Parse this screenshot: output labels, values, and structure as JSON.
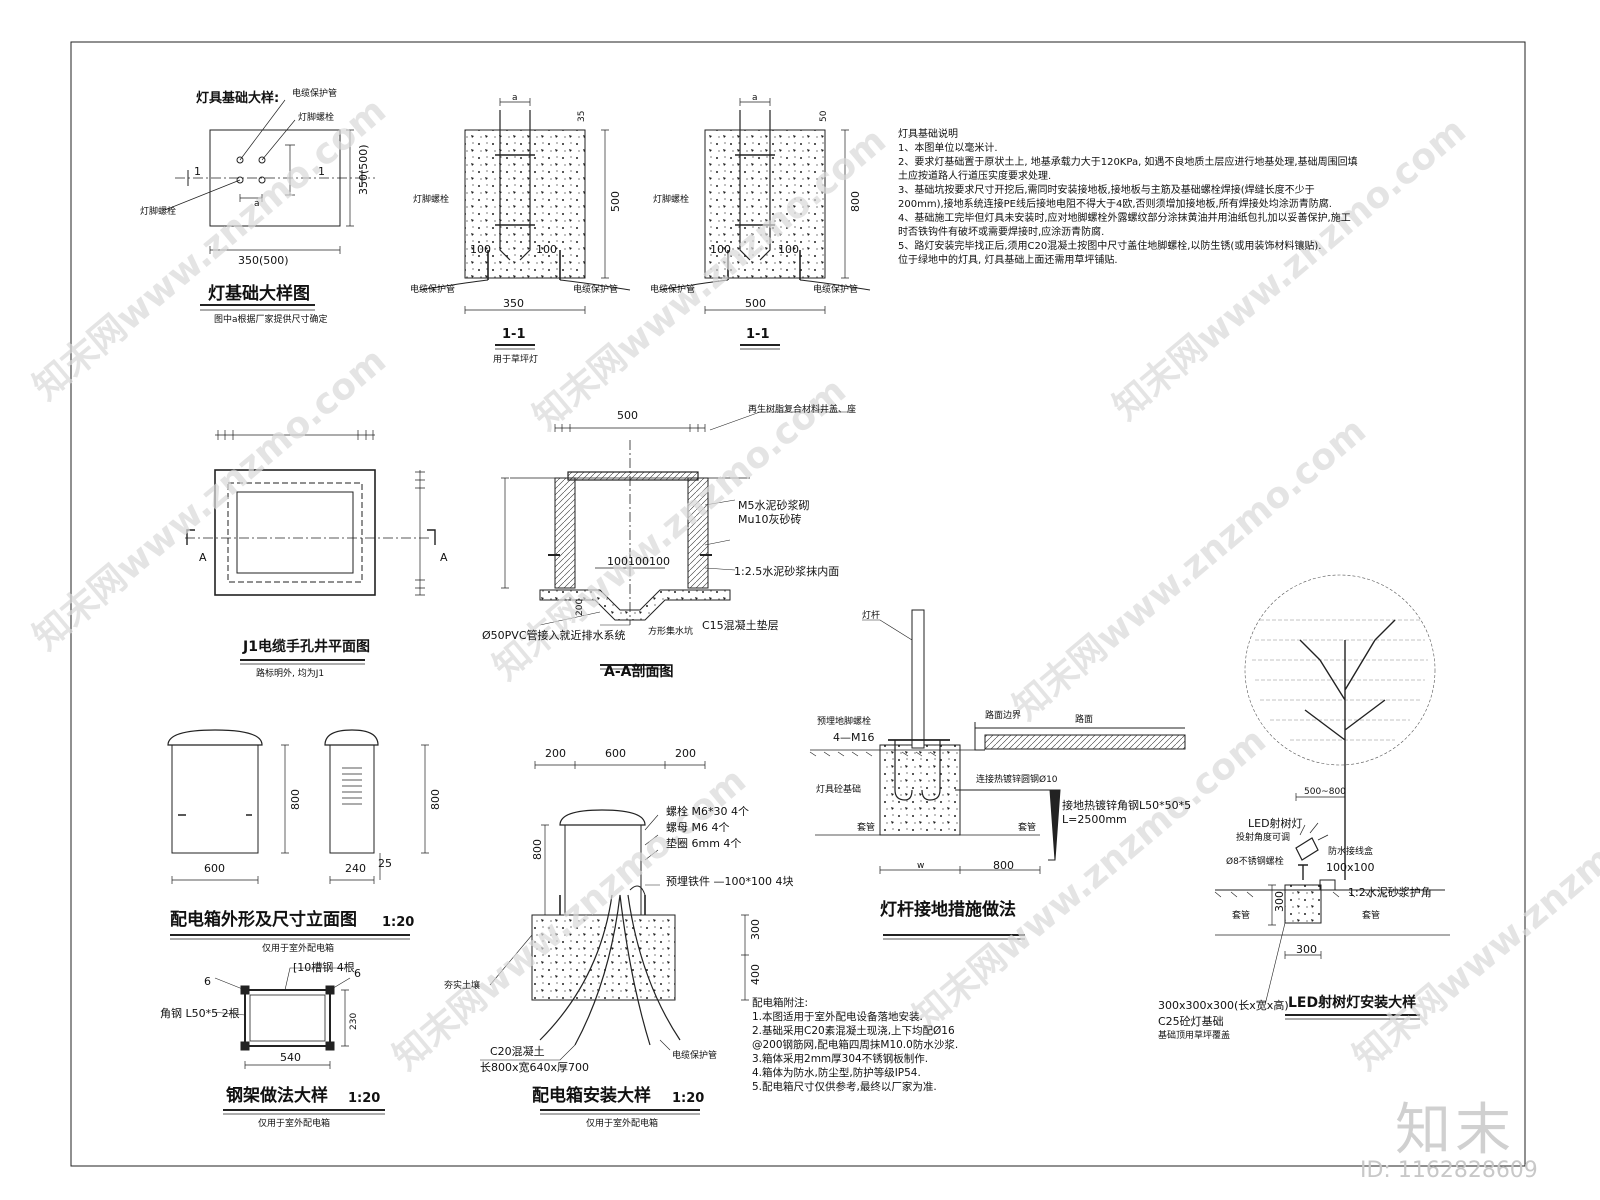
{
  "light_foundation": {
    "heading": "灯具基础大样:",
    "label_pipe": "电缆保护管",
    "label_bolt": "灯脚螺栓",
    "label_bolt_left": "灯脚螺栓",
    "section_mark": "1",
    "dim_a": "a",
    "dim_side": "350(500)",
    "dim_bottom": "350(500)",
    "title": "灯基础大样图",
    "subtitle": "图中a根据厂家提供尺寸确定"
  },
  "section_350": {
    "dim_a": "a",
    "dim_top": "35",
    "dim_height": "500",
    "label_bolt": "灯脚螺栓",
    "label_100a": "100",
    "label_100b": "100",
    "label_pipe_left": "电缆保护管",
    "label_pipe_right": "电缆保护管",
    "dim_width": "350",
    "title": "1-1",
    "subtitle": "用于草坪灯"
  },
  "section_500": {
    "dim_a": "a",
    "dim_top": "50",
    "dim_height": "800",
    "label_bolt": "灯脚螺栓",
    "label_100a": "100",
    "label_100b": "100",
    "label_pipe_left": "电缆保护管",
    "label_pipe_right": "电缆保护管",
    "dim_width": "500",
    "title": "1-1"
  },
  "notes": {
    "heading": "灯具基础说明",
    "lines": [
      "1、本图单位以毫米计.",
      "2、要求灯基础置于原状土上, 地基承载力大于120KPa, 如遇不良地质土层应进行地基处理,基础周围回填",
      "土应按道路人行道压实度要求处理.",
      "3、基础坑按要求尺寸开挖后,需同时安装接地板,接地板与主筋及基础螺栓焊接(焊缝长度不少于",
      "200mm),接地系统连接PE线后接地电阻不得大于4欧,否则须增加接地板,所有焊接处均涂沥青防腐.",
      "4、基础施工完毕但灯具未安装时,应对地脚螺栓外露螺纹部分涂抹黄油并用油纸包扎加以妥善保护,施工",
      "时否铁钩件有破坏或需要焊接时,应涂沥青防腐.",
      "5、路灯安装完毕找正后,须用C20混凝土按图中尺寸盖住地脚螺栓,以防生锈(或用装饰材料镶贴).",
      "位于绿地中的灯具, 灯具基础上面还需用草坪铺贴."
    ]
  },
  "handhole_plan": {
    "section_mark": "A",
    "title": "J1电缆手孔井平面图",
    "subtitle": "路标明外, 均为J1"
  },
  "handhole_section": {
    "dim_width": "500",
    "label_cover": "再生树脂复合材料井盖、座",
    "label_m5": "M5水泥砂浆砌",
    "label_mu10": "Mu10灰砂砖",
    "dims_inner": "100100100",
    "label_plaster": "1:2.5水泥砂浆抹内面",
    "label_pvc": "Ø50PVC管接入就近排水系统",
    "label_pit": "方形集水坑",
    "label_c15": "C15混凝土垫层",
    "dim_small": "200",
    "title": "A-A剖面图"
  },
  "pole_grounding": {
    "label_pole": "灯杆",
    "label_bolt": "预埋地脚螺栓",
    "label_m16": "4—M16",
    "label_curb": "路面边界",
    "label_road": "路面",
    "label_foundation": "灯具砼基础",
    "label_ground_line": "连接热镀锌圆钢Ø10",
    "label_angle": "接地热镀锌角钢L50*50*5",
    "label_length": "L=2500mm",
    "label_pipe_left": "套管",
    "label_pipe_right": "套管",
    "dim_w": "w",
    "dim_800": "800",
    "title": "灯杆接地措施做法"
  },
  "box_elevation": {
    "dim_height_front": "800",
    "dim_width_front": "600",
    "dim_height_side": "800",
    "dim_side_240": "240",
    "dim_side_25": "25",
    "title": "配电箱外形及尺寸立面图",
    "scale": "1:20",
    "subtitle": "仅用于室外配电箱"
  },
  "steel_frame": {
    "label_channel": "[10槽钢 4根",
    "label_six_left": "6",
    "label_six_right": "6",
    "label_angle": "角钢 L50*5 2根",
    "dim_230": "230",
    "dim_540": "540",
    "title": "钢架做法大样",
    "scale": "1:20",
    "subtitle": "仅用于室外配电箱"
  },
  "box_install": {
    "dim_200a": "200",
    "dim_600": "600",
    "dim_200b": "200",
    "spec_bolt": "螺栓 M6*30  4个",
    "spec_nut": "螺母 M6    4个",
    "spec_washer": "垫圈 6mm 4个",
    "spec_plate": "预埋铁件  —100*100 4块",
    "dim_800": "800",
    "dim_300": "300",
    "dim_400": "400",
    "label_soil": "夯实土壤",
    "label_c20": "C20混凝土",
    "label_size": "长800x宽640x厚700",
    "label_pipe": "电缆保护管",
    "title": "配电箱安装大样",
    "scale": "1:20",
    "subtitle": "仅用于室外配电箱"
  },
  "box_notes": {
    "heading": "配电箱附注:",
    "lines": [
      "1.本图适用于室外配电设备落地安装.",
      "2.基础采用C20素混凝土现浇,上下均配Ø16",
      "  @200钢筋网,配电箱四周抹M10.0防水沙浆.",
      "3.箱体采用2mm厚304不锈钢板制作.",
      "4.箱体为防水,防尘型,防护等级IP54.",
      "5.配电箱尺寸仅供参考,最终以厂家为准."
    ]
  },
  "led_tree": {
    "dim_range": "500~800",
    "label_led": "LED射树灯",
    "label_angle": "投射角度可调",
    "label_box": "防水接线盒",
    "label_bolt": "Ø8不锈钢螺栓",
    "label_100": "100x100",
    "label_mortar": "1:2水泥砂浆护角",
    "label_pipe_left": "套管",
    "label_pipe_right": "套管",
    "dim_300v": "300",
    "dim_300h": "300",
    "label_size": "300x300x300(长x宽x高)",
    "label_c25": "C25砼灯基础",
    "label_grass": "基础顶用草坪覆盖",
    "title": "LED射树灯安装大样"
  },
  "watermark": {
    "text": "知末网www.znzmo.com",
    "logo": "知末",
    "id": "ID: 1162828609"
  }
}
